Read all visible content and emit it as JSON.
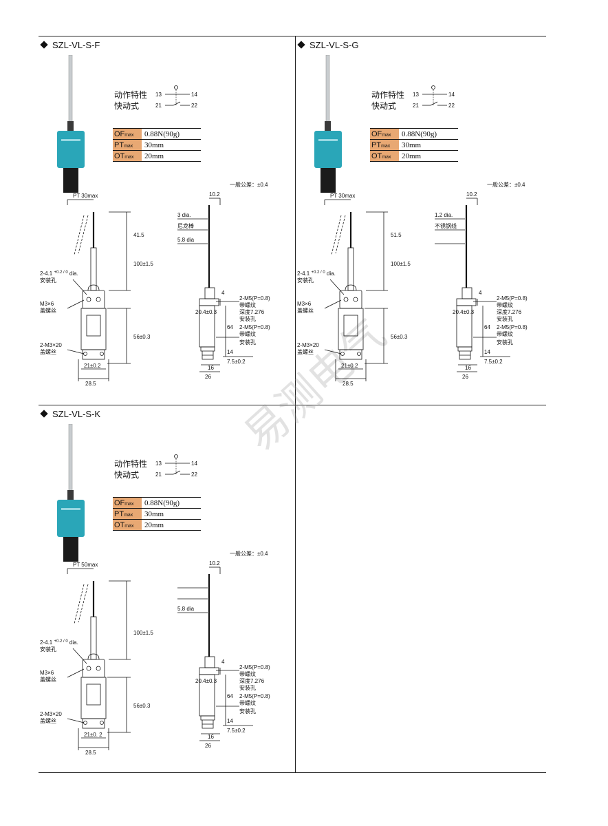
{
  "panels": [
    {
      "model": "SZL-VL-S-F",
      "action_label1": "动作特性",
      "action_label2": "快动式",
      "switch_terminals": [
        "13",
        "14",
        "21",
        "22"
      ],
      "specs": [
        {
          "key": "OF",
          "sub": "max",
          "value": "0.88N(90g)"
        },
        {
          "key": "PT",
          "sub": "max",
          "value": "30mm"
        },
        {
          "key": "OT",
          "sub": "max",
          "value": "20mm"
        }
      ],
      "tolerance": "一般公差：±0.4",
      "dims": {
        "pt": "PT 30max",
        "rod_len": "41.5",
        "total": "100±1.5",
        "body_h": "56±0.3",
        "hole": "2-4.1",
        "hole_tol": "+0.2 / 0",
        "hole_unit": "dia.",
        "hole_name": "安装孔",
        "m3x6": "M3×6",
        "cover1": "盖螺丝",
        "m3x20": "2-M3×20",
        "cover2": "盖螺丝",
        "w_inner": "21±0.2",
        "w_outer": "28.5",
        "top_w": "10.2",
        "dia1": "3 dia.",
        "mat": "尼龙棒",
        "dia2": "5.8 dia",
        "d4": "4",
        "d204": "20.4±0.3",
        "d64": "64",
        "d14": "14",
        "m5a": "2-M5(P=0.8)",
        "m5a_1": "带螺纹",
        "m5a_2": "深度7.276",
        "m5a_3": "安装孔",
        "m5b": "2-M5(P=0.8)",
        "m5b_1": "带螺纹",
        "m5b_2": "安装孔",
        "d75": "7.5±0.2",
        "d16": "16",
        "d26": "26"
      }
    },
    {
      "model": "SZL-VL-S-G",
      "action_label1": "动作特性",
      "action_label2": "快动式",
      "switch_terminals": [
        "13",
        "14",
        "21",
        "22"
      ],
      "specs": [
        {
          "key": "OF",
          "sub": "max",
          "value": "0.88N(90g)"
        },
        {
          "key": "PT",
          "sub": "max",
          "value": "30mm"
        },
        {
          "key": "OT",
          "sub": "max",
          "value": "20mm"
        }
      ],
      "tolerance": "一般公差：±0.4",
      "dims": {
        "pt": "PT 30max",
        "rod_len": "51.5",
        "total": "100±1.5",
        "body_h": "56±0.3",
        "hole": "2-4.1",
        "hole_tol": "+0.2 / 0",
        "hole_unit": "dia.",
        "hole_name": "安装孔",
        "m3x6": "M3×6",
        "cover1": "盖螺丝",
        "m3x20": "2-M3×20",
        "cover2": "盖螺丝",
        "w_inner": "21±0.2",
        "w_outer": "28.5",
        "top_w": "10.2",
        "dia1": "1.2 dia.",
        "mat": "不锈钢线",
        "dia2": "",
        "d4": "4",
        "d204": "20.4±0.3",
        "d64": "64",
        "d14": "14",
        "m5a": "2-M5(P=0.8)",
        "m5a_1": "带螺纹",
        "m5a_2": "深度7.276",
        "m5a_3": "安装孔",
        "m5b": "2-M5(P=0.8)",
        "m5b_1": "带螺纹",
        "m5b_2": "安装孔",
        "d75": "7.5±0.2",
        "d16": "16",
        "d26": "26"
      }
    },
    {
      "model": "SZL-VL-S-K",
      "action_label1": "动作特性",
      "action_label2": "快动式",
      "switch_terminals": [
        "13",
        "14",
        "21",
        "22"
      ],
      "specs": [
        {
          "key": "OF",
          "sub": "max",
          "value": "0.88N(90g)"
        },
        {
          "key": "PT",
          "sub": "max",
          "value": "30mm"
        },
        {
          "key": "OT",
          "sub": "max",
          "value": "20mm"
        }
      ],
      "tolerance": "一般公差：±0.4",
      "dims": {
        "pt": "PT 50max",
        "rod_len": "",
        "total": "100±1.5",
        "body_h": "56±0.3",
        "hole": "2-4.1",
        "hole_tol": "+0.2 / 0",
        "hole_unit": "dia.",
        "hole_name": "安装孔",
        "m3x6": "M3×6",
        "cover1": "盖螺丝",
        "m3x20": "2-M3×20",
        "cover2": "盖螺丝",
        "w_inner": "21±0. 2",
        "w_outer": "28.5",
        "top_w": "10.2",
        "dia1": "",
        "mat": "",
        "dia2": "5.8 dia",
        "d4": "4",
        "d204": "20.4±0.3",
        "d64": "64",
        "d14": "14",
        "m5a": "2-M5(P=0.8)",
        "m5a_1": "带螺纹",
        "m5a_2": "深度7.276",
        "m5a_3": "安装孔",
        "m5b": "2-M5(P=0.8)",
        "m5b_1": "带螺纹",
        "m5b_2": "安装孔",
        "d75": "7.5±0.2",
        "d16": "16",
        "d26": "26"
      }
    }
  ],
  "watermark": "易测电气",
  "colors": {
    "spec_key_bg": "#e8a873",
    "switch_body": "#2aa6b8",
    "base_dark": "#1a1a1a"
  }
}
